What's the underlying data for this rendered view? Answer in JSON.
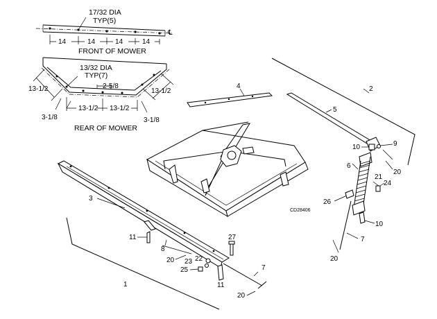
{
  "front_detail": {
    "hole_dia": "17/32 DIA",
    "hole_typ": "TYP(5)",
    "spacing": [
      "14",
      "14",
      "14",
      "14"
    ],
    "centerline": "℄",
    "caption": "FRONT OF MOWER"
  },
  "rear_detail": {
    "hole_dia": "13/32 DIA",
    "hole_typ": "TYP(7)",
    "dim_center": "2-5/8",
    "dim_left_side": "13-1/2",
    "dim_right_side": "13-1/2",
    "dim_bottom_left": "13-1/2",
    "dim_bottom_right": "13-1/2",
    "dim_offset_left": "3-1/8",
    "dim_offset_right": "3-1/8",
    "caption": "REAR OF MOWER"
  },
  "drawing_code": "CD28406",
  "callouts": {
    "c1": "1",
    "c2": "2",
    "c3": "3",
    "c4": "4",
    "c5": "5",
    "c6": "6",
    "c7a": "7",
    "c7b": "7",
    "c8": "8",
    "c9": "9",
    "c10a": "10",
    "c10b": "10",
    "c11a": "11",
    "c11b": "11",
    "c20a": "20",
    "c20b": "20",
    "c20c": "20",
    "c20d": "20",
    "c21": "21",
    "c22": "22",
    "c23": "23",
    "c24": "24",
    "c25": "25",
    "c26": "26",
    "c27": "27"
  }
}
